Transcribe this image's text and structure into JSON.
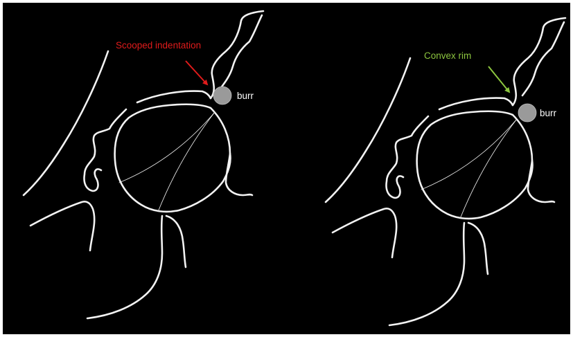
{
  "left_panel": {
    "annotation": "Scooped indentation",
    "annotation_color": "#e11b1b",
    "burr_label": "burr"
  },
  "right_panel": {
    "annotation": "Convex rim",
    "annotation_color": "#8dc63f",
    "burr_label": "burr"
  },
  "colors": {
    "background": "#000000",
    "outline": "#f2f2f2",
    "burr": "#9a9a9a"
  }
}
